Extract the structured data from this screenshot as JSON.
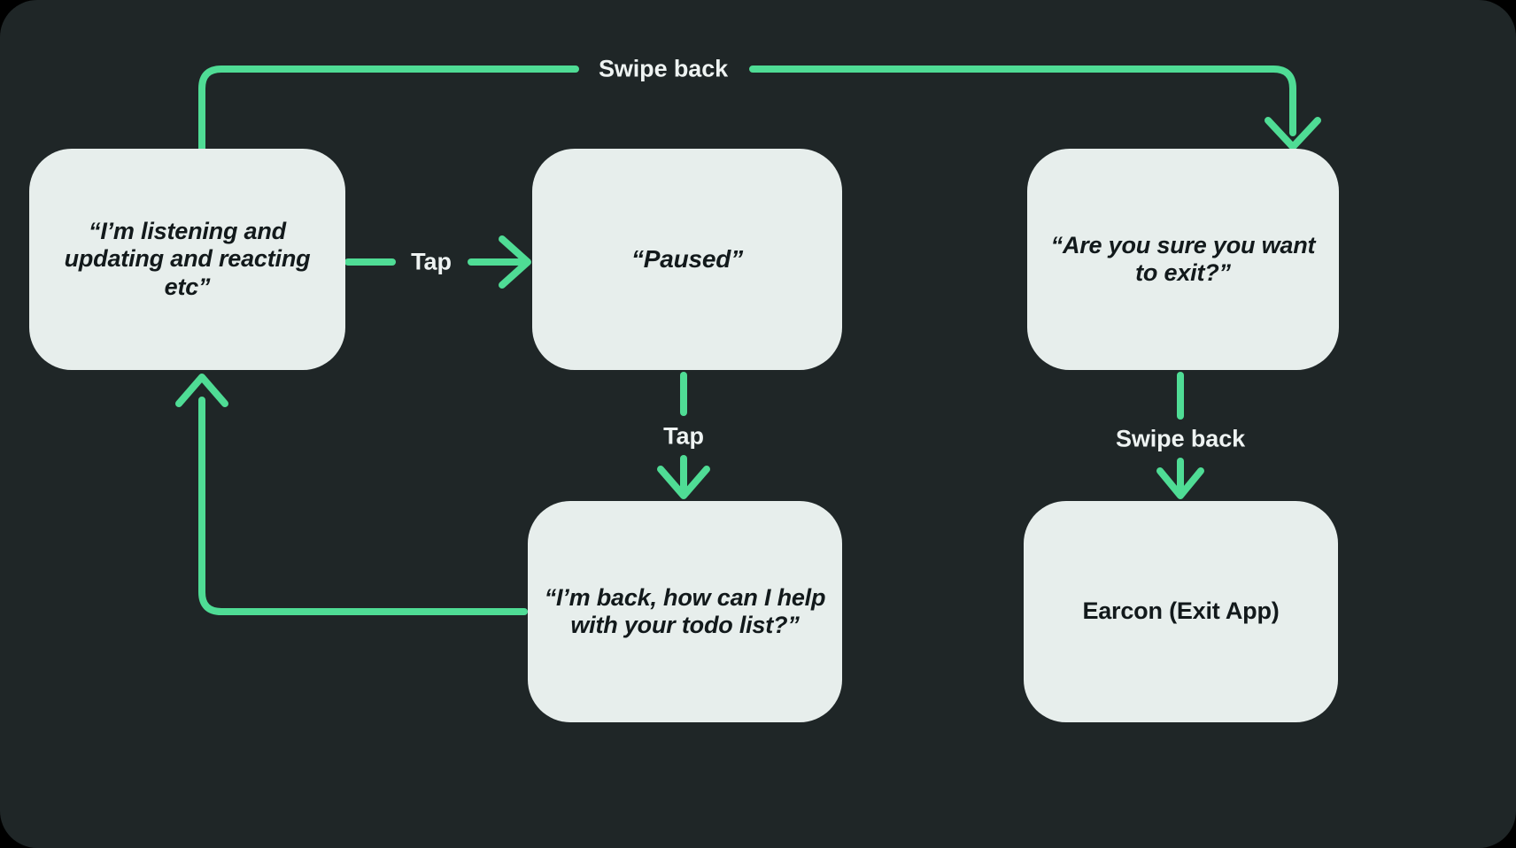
{
  "diagram": {
    "type": "flow",
    "background_color": "#1f2627",
    "node_color": "#e7eeec",
    "connector_color": "#4fdc95",
    "label_color": "#eef3f2",
    "node_text_color": "#12191b",
    "nodes": [
      {
        "id": "listening",
        "text": "“I’m listening and updating and reacting etc”",
        "style": "italic"
      },
      {
        "id": "paused",
        "text": "“Paused”",
        "style": "italic"
      },
      {
        "id": "exit",
        "text": "“Are you sure you want to exit?”",
        "style": "italic"
      },
      {
        "id": "back",
        "text": "“I’m back, how can I help with your todo list?”",
        "style": "italic"
      },
      {
        "id": "earcon",
        "text": "Earcon (Exit App)",
        "style": "plain"
      }
    ],
    "edges": [
      {
        "id": "swipe-top",
        "from": "listening",
        "to": "exit",
        "label": "Swipe back"
      },
      {
        "id": "tap-right",
        "from": "listening",
        "to": "paused",
        "label": "Tap"
      },
      {
        "id": "tap-down",
        "from": "paused",
        "to": "back",
        "label": "Tap"
      },
      {
        "id": "swipe-down",
        "from": "exit",
        "to": "earcon",
        "label": "Swipe back"
      },
      {
        "id": "return-loop",
        "from": "back",
        "to": "listening",
        "label": ""
      }
    ]
  }
}
